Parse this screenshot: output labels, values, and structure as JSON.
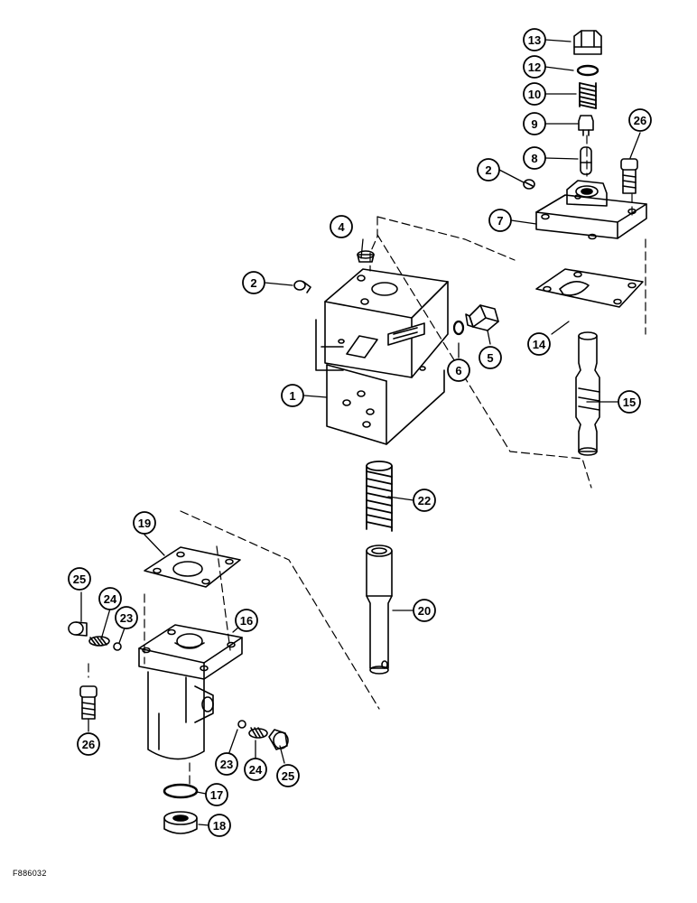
{
  "figure_code": "F886032",
  "callouts": [
    {
      "id": "c13",
      "label": "13"
    },
    {
      "id": "c12",
      "label": "12"
    },
    {
      "id": "c10",
      "label": "10"
    },
    {
      "id": "c9",
      "label": "9"
    },
    {
      "id": "c8",
      "label": "8"
    },
    {
      "id": "c26a",
      "label": "26"
    },
    {
      "id": "c2a",
      "label": "2"
    },
    {
      "id": "c7",
      "label": "7"
    },
    {
      "id": "c4",
      "label": "4"
    },
    {
      "id": "c2b",
      "label": "2"
    },
    {
      "id": "c14",
      "label": "14"
    },
    {
      "id": "c6",
      "label": "6"
    },
    {
      "id": "c5",
      "label": "5"
    },
    {
      "id": "c1",
      "label": "1"
    },
    {
      "id": "c15",
      "label": "15"
    },
    {
      "id": "c22",
      "label": "22"
    },
    {
      "id": "c19",
      "label": "19"
    },
    {
      "id": "c20",
      "label": "20"
    },
    {
      "id": "c25a",
      "label": "25"
    },
    {
      "id": "c24a",
      "label": "24"
    },
    {
      "id": "c23a",
      "label": "23"
    },
    {
      "id": "c16",
      "label": "16"
    },
    {
      "id": "c26b",
      "label": "26"
    },
    {
      "id": "c23b",
      "label": "23"
    },
    {
      "id": "c24b",
      "label": "24"
    },
    {
      "id": "c25b",
      "label": "25"
    },
    {
      "id": "c17",
      "label": "17"
    },
    {
      "id": "c18",
      "label": "18"
    }
  ]
}
